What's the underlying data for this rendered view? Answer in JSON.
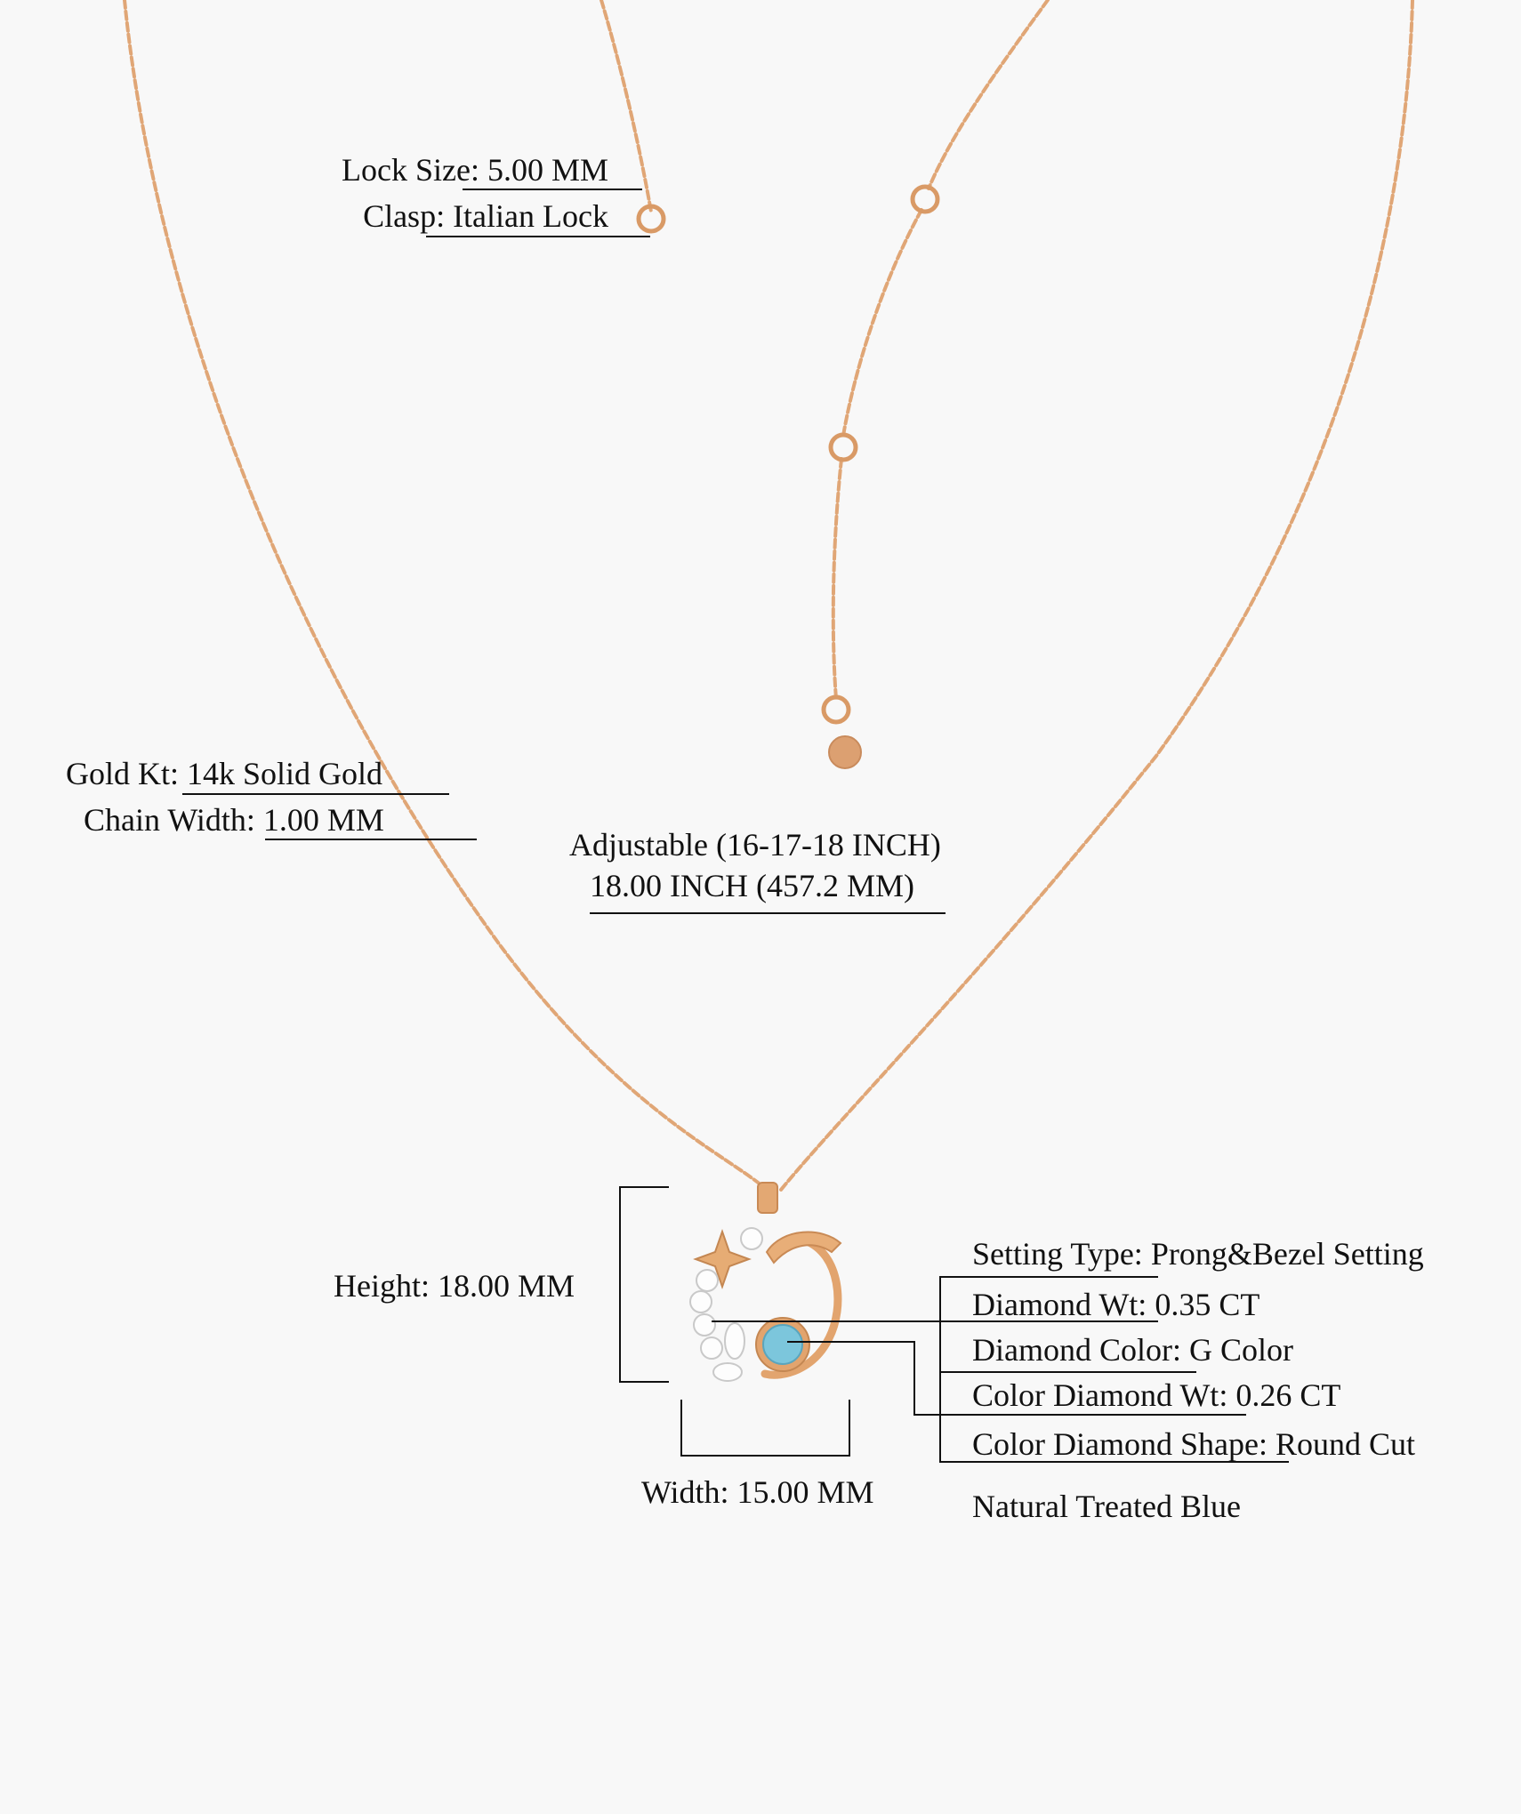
{
  "clasp_specs": {
    "lock_size": "Lock Size: 5.00 MM",
    "clasp": "Clasp: Italian Lock"
  },
  "chain_specs": {
    "gold_kt": "Gold Kt: 14k Solid Gold",
    "chain_width": "Chain Width: 1.00 MM"
  },
  "length_specs": {
    "adjustable": "Adjustable (16-17-18 INCH)",
    "length": "18.00 INCH (457.2 MM)"
  },
  "pendant_dimensions": {
    "height": "Height: 18.00 MM",
    "width": "Width: 15.00 MM"
  },
  "stone_specs": {
    "setting_type": "Setting Type: Prong&Bezel Setting",
    "diamond_wt": "Diamond Wt: 0.35 CT",
    "diamond_color": "Diamond Color: G Color",
    "color_diamond_wt": "Color Diamond Wt: 0.26 CT",
    "color_diamond_shape": "Color Diamond Shape: Round Cut",
    "color_diamond_type": "Natural Treated Blue"
  },
  "colors": {
    "gold": "#e0a676",
    "blue_stone": "#7cc6dc",
    "background": "#f8f8f8"
  }
}
